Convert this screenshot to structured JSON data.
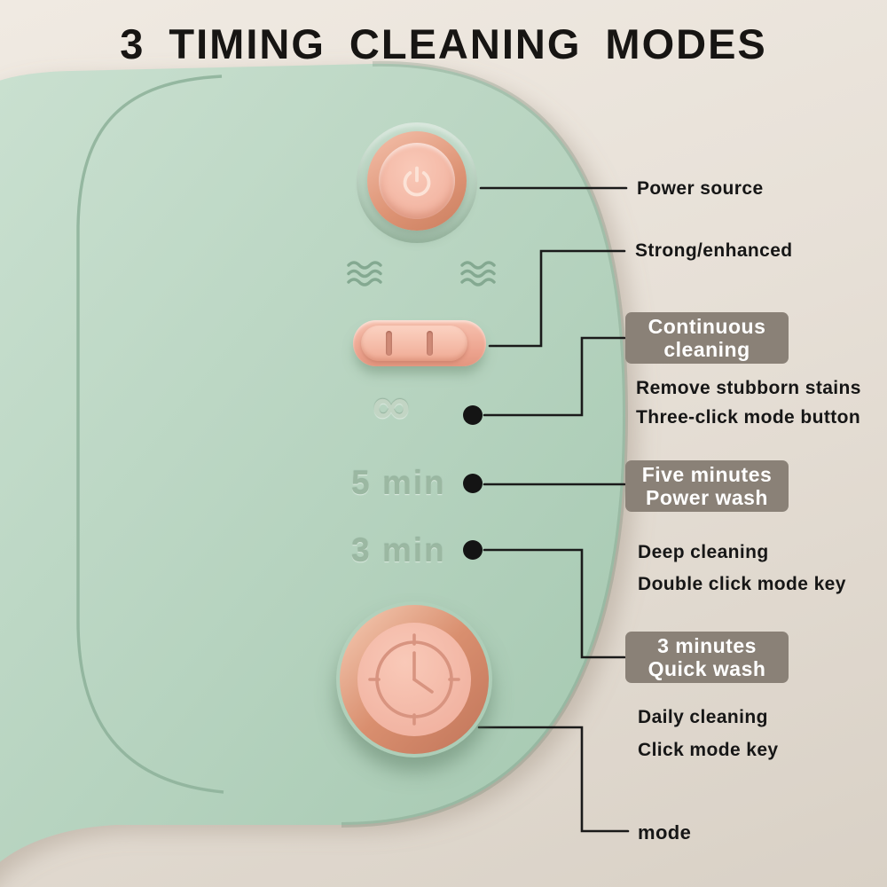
{
  "title": "3 TIMING CLEANING MODES",
  "device": {
    "infinity_symbol": "∞",
    "five_min_label": "5 min",
    "three_min_label": "3 min"
  },
  "annotations": {
    "power_source": "Power source",
    "strong_enhanced": "Strong/enhanced",
    "continuous_badge_line1": "Continuous",
    "continuous_badge_line2": "cleaning",
    "continuous_desc1": "Remove stubborn stains",
    "continuous_desc2": "Three-click mode button",
    "five_badge_line1": "Five minutes",
    "five_badge_line2": "Power wash",
    "five_desc1": "Deep cleaning",
    "five_desc2": "Double click mode key",
    "three_badge_line1": "3 minutes",
    "three_badge_line2": "Quick wash",
    "three_desc1": "Daily cleaning",
    "three_desc2": "Click mode key",
    "mode_label": "mode"
  },
  "colors": {
    "background_beige": "#e7e0d7",
    "device_mint": "#b7d3bf",
    "button_pink": "#f4b8a7",
    "rose_gold": "#d88a6e",
    "badge_taupe": "#8a8177",
    "sage_text": "#9bb8a2",
    "text_black": "#161616"
  }
}
